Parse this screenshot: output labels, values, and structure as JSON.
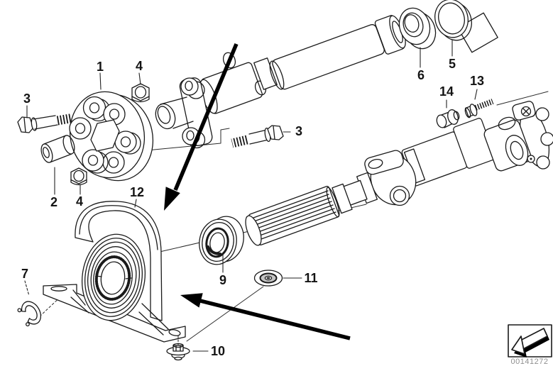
{
  "diagram": {
    "figure_number": "00141272",
    "callouts": [
      {
        "id": "1",
        "text": "1"
      },
      {
        "id": "4-upper",
        "text": "4"
      },
      {
        "id": "3-left",
        "text": "3"
      },
      {
        "id": "2",
        "text": "2"
      },
      {
        "id": "4-lower",
        "text": "4"
      },
      {
        "id": "12",
        "text": "12"
      },
      {
        "id": "3-right",
        "text": "3"
      },
      {
        "id": "7",
        "text": "7"
      },
      {
        "id": "9",
        "text": "9"
      },
      {
        "id": "11",
        "text": "11"
      },
      {
        "id": "10",
        "text": "10"
      },
      {
        "id": "6",
        "text": "6"
      },
      {
        "id": "5",
        "text": "5"
      },
      {
        "id": "13",
        "text": "13"
      },
      {
        "id": "14",
        "text": "14"
      }
    ]
  },
  "colors": {
    "background": "#ffffff",
    "line": "#1a1a1a",
    "figure_number_text": "#8f8f8f"
  }
}
